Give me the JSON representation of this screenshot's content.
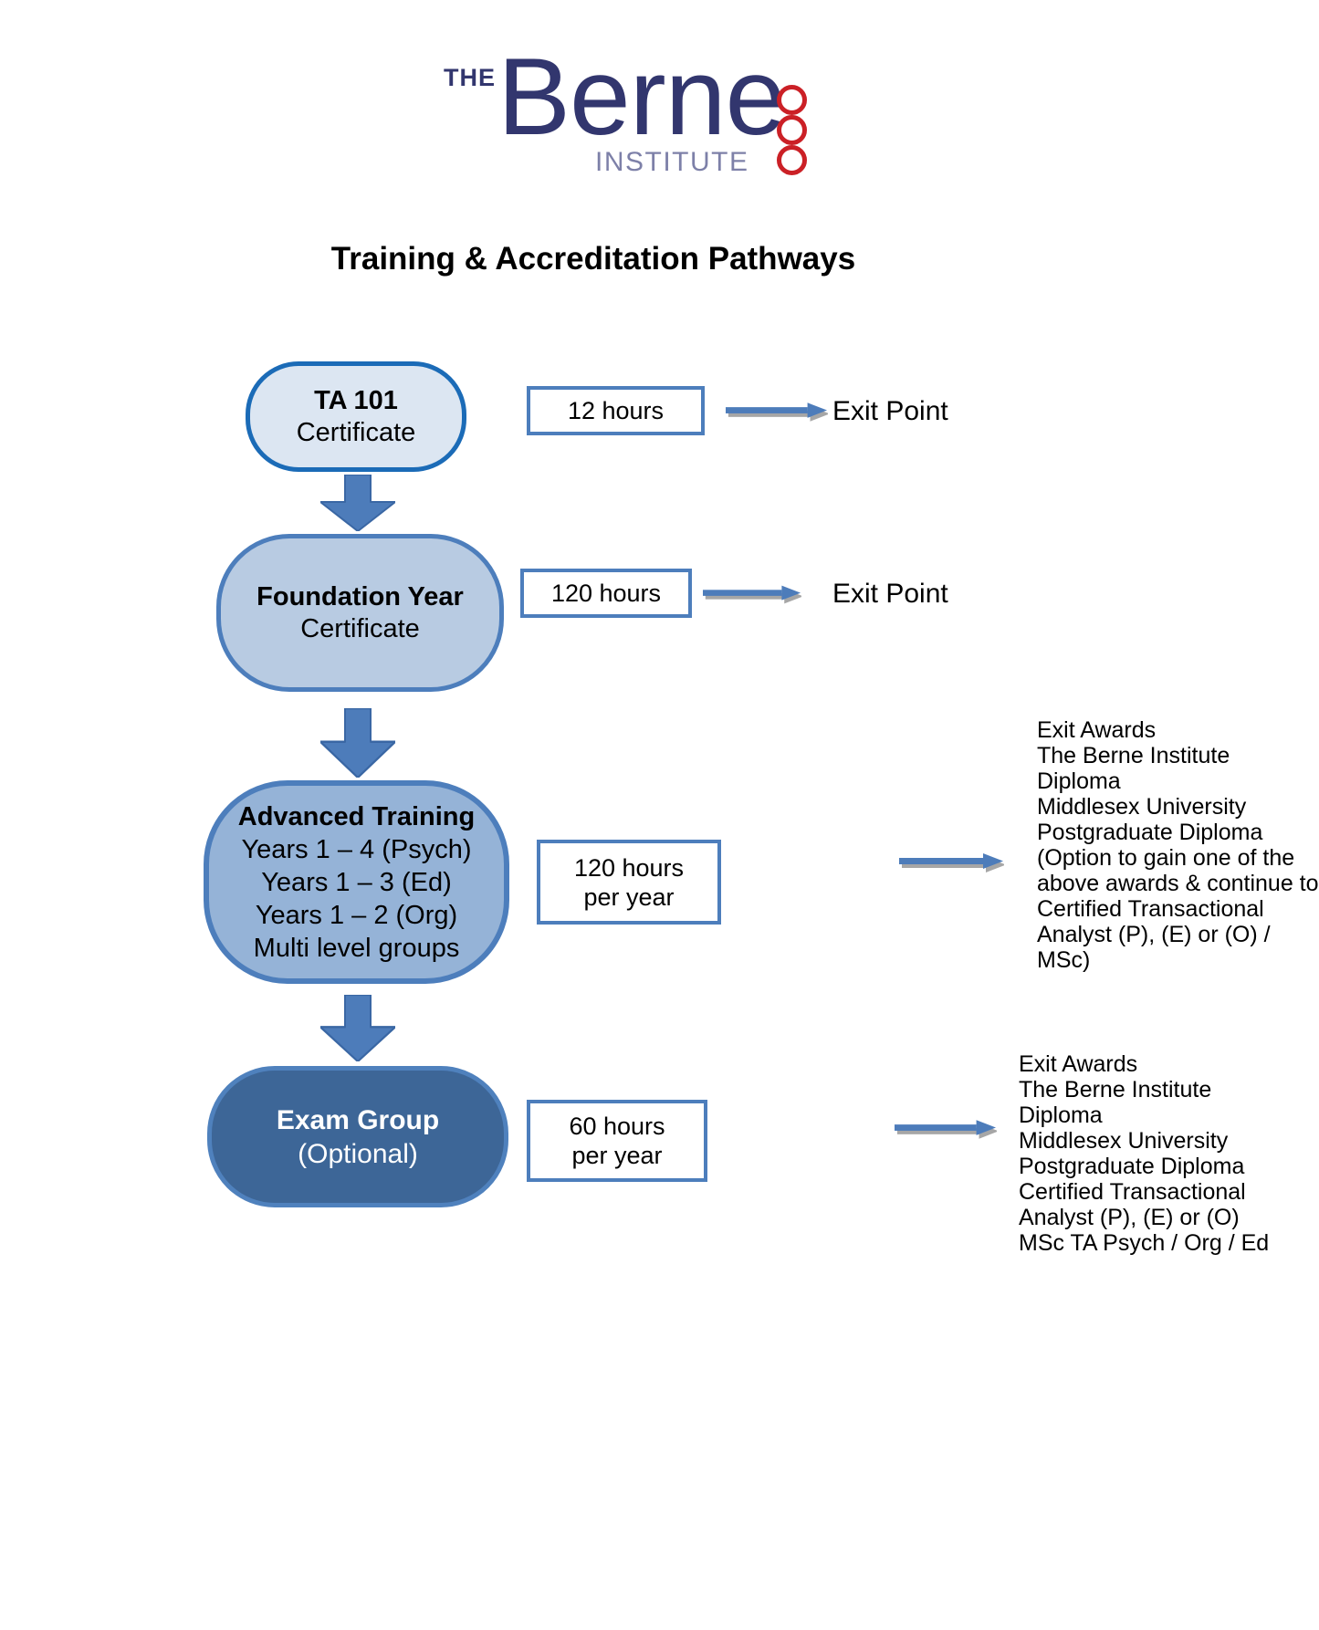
{
  "logo": {
    "the": "THE",
    "berne": "Berne",
    "institute": "INSTITUTE",
    "circles_count": 3
  },
  "title": "Training & Accreditation Pathways",
  "colors": {
    "navy": "#32366e",
    "institute_gray": "#7d80a8",
    "logo_red": "#cb2026",
    "arrow_blue": "#4d7cba",
    "arrow_shadow": "#a6a6a6",
    "box_border_blue": "#4d7ebc",
    "title_black": "#000000"
  },
  "flow": {
    "nodes": [
      {
        "heading": "TA 101",
        "lines": [
          "Certificate"
        ],
        "fill": "#dce6f2",
        "border": "#1b6bb7",
        "text": "#000000"
      },
      {
        "heading": "Foundation Year",
        "lines": [
          "Certificate"
        ],
        "fill": "#b8cbe2",
        "border": "#4d7ebc",
        "text": "#000000"
      },
      {
        "heading": "Advanced Training",
        "lines": [
          "Years 1 – 4 (Psych)",
          "Years 1 – 3 (Ed)",
          "Years 1 – 2 (Org)",
          "Multi level groups"
        ],
        "fill": "#95b3d7",
        "border": "#4d7ebc",
        "text": "#000000"
      },
      {
        "heading": "Exam Group",
        "lines": [
          "(Optional)"
        ],
        "fill": "#3d6697",
        "border": "#4f81bd",
        "text": "#ffffff"
      }
    ],
    "hours_boxes": [
      {
        "lines": [
          "12 hours"
        ]
      },
      {
        "lines": [
          "120 hours"
        ]
      },
      {
        "lines": [
          "120 hours",
          "per year"
        ]
      },
      {
        "lines": [
          "60 hours",
          "per year"
        ]
      }
    ],
    "exit_points": [
      {
        "label": "Exit Point"
      },
      {
        "label": "Exit Point"
      }
    ],
    "exit_awards": [
      {
        "lines": [
          "Exit Awards",
          "The Berne Institute Diploma",
          "Middlesex University",
          "Postgraduate Diploma",
          "(Option to gain one of the",
          "above awards & continue to",
          "Certified Transactional",
          "Analyst (P), (E) or (O) /",
          "MSc)"
        ]
      },
      {
        "lines": [
          "Exit Awards",
          "The Berne Institute",
          "Diploma",
          "Middlesex University",
          "Postgraduate Diploma",
          "Certified Transactional",
          "Analyst (P), (E) or (O)",
          "MSc TA Psych / Org / Ed"
        ]
      }
    ]
  }
}
